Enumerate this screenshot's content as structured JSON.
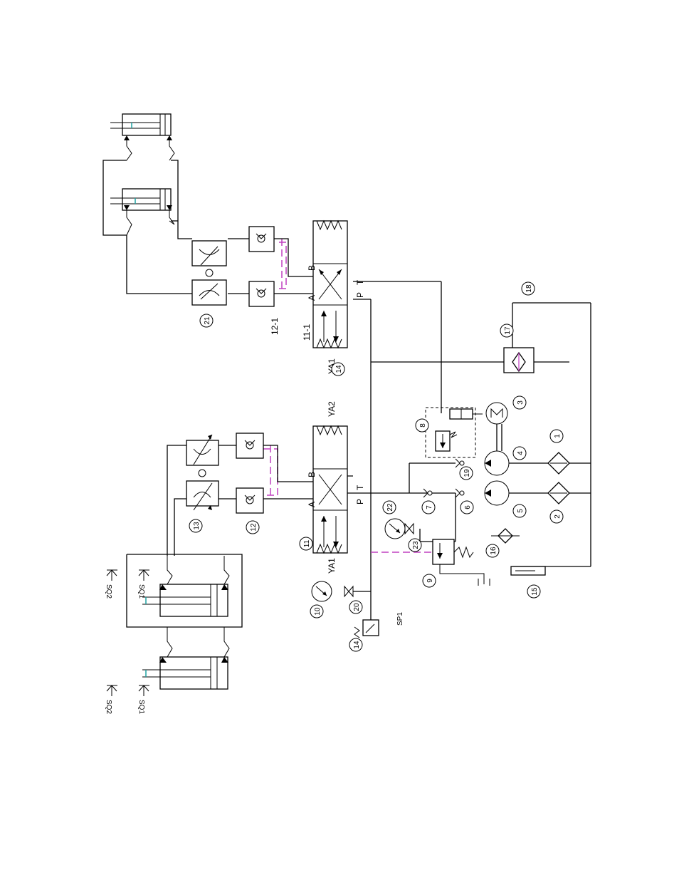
{
  "circuit": {
    "valve_labels": {
      "yA1_left": "YA1",
      "yA1_right": "YA1",
      "yA2": "YA2",
      "port_a_left": "A",
      "port_b_left": "B",
      "port_p_left": "P",
      "port_t_left": "T",
      "port_a_right": "A",
      "port_b_right": "B",
      "port_p_right": "P",
      "port_t_right": "T"
    },
    "designators": {
      "d11_1": "11-1",
      "d12_1": "12-1",
      "sp1": "SP1",
      "sq1_a": "SQ1",
      "sq2_a": "SQ2",
      "sq1_b": "SQ1",
      "sq2_b": "SQ2"
    },
    "callouts": {
      "c1": "1",
      "c2": "2",
      "c3": "3",
      "c4": "4",
      "c5": "5",
      "c6": "6",
      "c7": "7",
      "c8": "8",
      "c9": "9",
      "c10": "10",
      "c11": "11",
      "c12": "12",
      "c13": "13",
      "c14": "14",
      "c14b": "14",
      "c15": "15",
      "c16": "16",
      "c17": "17",
      "c18": "18",
      "c19": "19",
      "c20": "20",
      "c21": "21",
      "c22": "22",
      "c23": "23"
    },
    "colors": {
      "line": "#000000",
      "pilot_line": "#c040c0",
      "rod_accent": "#1fa3a3"
    }
  }
}
